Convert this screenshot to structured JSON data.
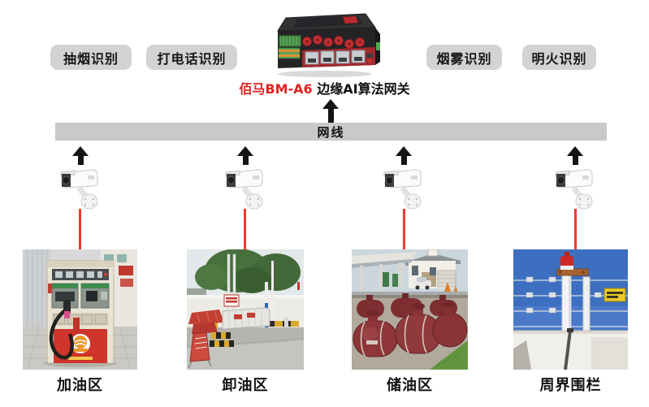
{
  "diagram": {
    "device_caption": {
      "brand_model": "佰马BM-A6",
      "suffix": " 边缘AI算法网关"
    },
    "device_image": "bm-a6-edge-ai-gateway-photo",
    "chips": [
      {
        "label": "抽烟识别"
      },
      {
        "label": "打电话识别"
      },
      {
        "label": "烟雾识别"
      },
      {
        "label": "明火识别"
      }
    ],
    "network_bar": {
      "label": "网线"
    },
    "zones": [
      {
        "label": "加油区",
        "image": "fuel-dispenser-photo"
      },
      {
        "label": "卸油区",
        "image": "oil-unloading-area-photo"
      },
      {
        "label": "储油区",
        "image": "oil-storage-tanks-photo"
      },
      {
        "label": "周界围栏",
        "image": "perimeter-fence-photo"
      }
    ],
    "icons": {
      "up_arrow": "up-arrow (black css triangle + stem)",
      "camera": "cctv-bullet-camera (inline svg)",
      "connection": "red-vertical-line"
    },
    "colors": {
      "brand_red": "#e32220",
      "line_red": "#f03a2e",
      "bar_gray": "#c9c9c9",
      "chip_gray": "#d3d3d3",
      "arrow_black": "#141414",
      "tank_maroon": "#8e3639",
      "background": "#ffffff"
    }
  }
}
